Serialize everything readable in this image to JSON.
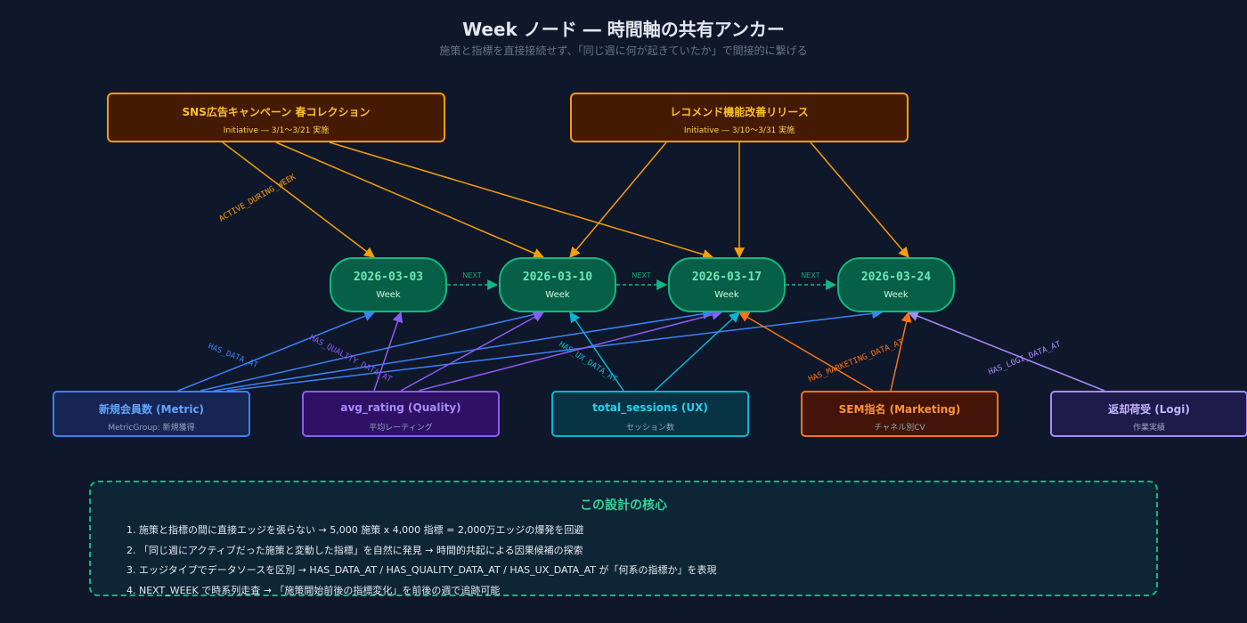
{
  "header": {
    "title": "Week ノード ― 時間軸の共有アンカー",
    "subtitle": "施策と指標を直接接続せず、「同じ週に何が起きていたか」で間接的に繋げる"
  },
  "colors": {
    "background": "#0f172a",
    "initiative": "#f59e0b",
    "week": "#10b981",
    "metric": "#3b82f6",
    "quality": "#8b5cf6",
    "ux": "#06b6d4",
    "marketing": "#f97316",
    "logi": "#a78bfa"
  },
  "initiatives": [
    {
      "title": "SNS広告キャンペーン 春コレクション",
      "subtitle": "Initiative ― 3/1〜3/21 実施"
    },
    {
      "title": "レコメンド機能改善リリース",
      "subtitle": "Initiative ― 3/10〜3/31 実施"
    }
  ],
  "weeks": [
    {
      "date": "2026-03-03",
      "label": "Week"
    },
    {
      "date": "2026-03-10",
      "label": "Week"
    },
    {
      "date": "2026-03-17",
      "label": "Week"
    },
    {
      "date": "2026-03-24",
      "label": "Week"
    }
  ],
  "metrics": [
    {
      "title": "新規会員数 (Metric)",
      "subtitle": "MetricGroup: 新規獲得"
    },
    {
      "title": "avg_rating (Quality)",
      "subtitle": "平均レーティング"
    },
    {
      "title": "total_sessions (UX)",
      "subtitle": "セッション数"
    },
    {
      "title": "SEM指名 (Marketing)",
      "subtitle": "チャネル別CV"
    },
    {
      "title": "返却荷受 (Logi)",
      "subtitle": "作業実績"
    }
  ],
  "edge_labels": {
    "active": "ACTIVE_DURING_WEEK",
    "next": "NEXT",
    "has_data": "HAS_DATA_AT",
    "has_quality": "HAS_QUALITY_DATA_AT",
    "has_ux": "HAS_UX_DATA_AT",
    "has_marketing": "HAS_MARKETING_DATA_AT",
    "has_logi": "HAS_LOGI_DATA_AT"
  },
  "note": {
    "title": "この設計の核心",
    "items": [
      "1. 施策と指標の間に直接エッジを張らない → 5,000 施策 x 4,000 指標 = 2,000万エッジの爆発を回避",
      "2. 「同じ週にアクティブだった施策と変動した指標」を自然に発見 → 時間的共起による因果候補の探索",
      "3. エッジタイプでデータソースを区別 → HAS_DATA_AT / HAS_QUALITY_DATA_AT / HAS_UX_DATA_AT が「何系の指標か」を表現",
      "4. NEXT_WEEK で時系列走査 → 「施策開始前後の指標変化」を前後の週で追跡可能"
    ]
  }
}
